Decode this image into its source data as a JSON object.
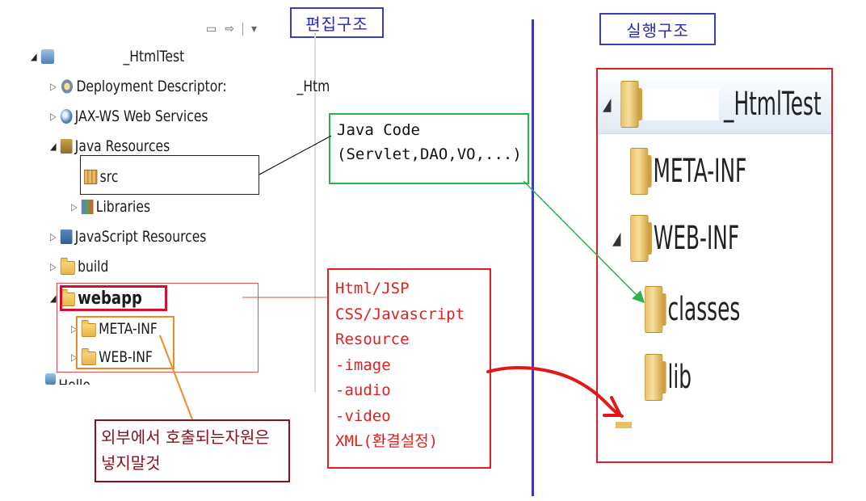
{
  "toolbar": {
    "icons": [
      "collapse-all-icon",
      "link-editor-icon",
      "view-menu-icon"
    ],
    "glyphs": [
      "▭",
      "⇨",
      "▾"
    ]
  },
  "labels": {
    "edit_structure": "편집구조",
    "run_structure": "실행구조"
  },
  "tree": {
    "project": "_HtmlTest",
    "items": [
      {
        "label": "Deployment Descriptor:",
        "suffix": "_Htm",
        "icon": "gear-icon"
      },
      {
        "label": "JAX-WS Web Services",
        "icon": "web-services-icon"
      },
      {
        "label": "Java Resources",
        "icon": "jar-icon"
      },
      {
        "label": "src",
        "icon": "package-icon"
      },
      {
        "label": "Libraries",
        "icon": "library-icon"
      },
      {
        "label": "JavaScript Resources",
        "icon": "js-resources-icon"
      },
      {
        "label": "build",
        "icon": "folder-icon"
      },
      {
        "label": "webapp",
        "icon": "folder-icon"
      },
      {
        "label": "META-INF",
        "icon": "folder-icon"
      },
      {
        "label": "WEB-INF",
        "icon": "folder-icon"
      }
    ],
    "partial_next": "Hello"
  },
  "notes": {
    "java_code": "Java Code\n(Servlet,DAO,VO,...)",
    "web_resources": "Html/JSP\nCSS/Javascript\nResource\n-image\n-audio\n-video\nXML(환결설정)",
    "external": "외부에서 호출되는자원은 넣지말것"
  },
  "runtime": {
    "project": "_HtmlTest",
    "items": [
      "META-INF",
      "WEB-INF",
      "classes",
      "lib"
    ]
  },
  "colors": {
    "blue": "#3c3cb4",
    "red": "#e02020",
    "green": "#2bb24c",
    "orange": "#f08a24",
    "maroon": "#8a1020",
    "divider": "#3a3ac0"
  }
}
